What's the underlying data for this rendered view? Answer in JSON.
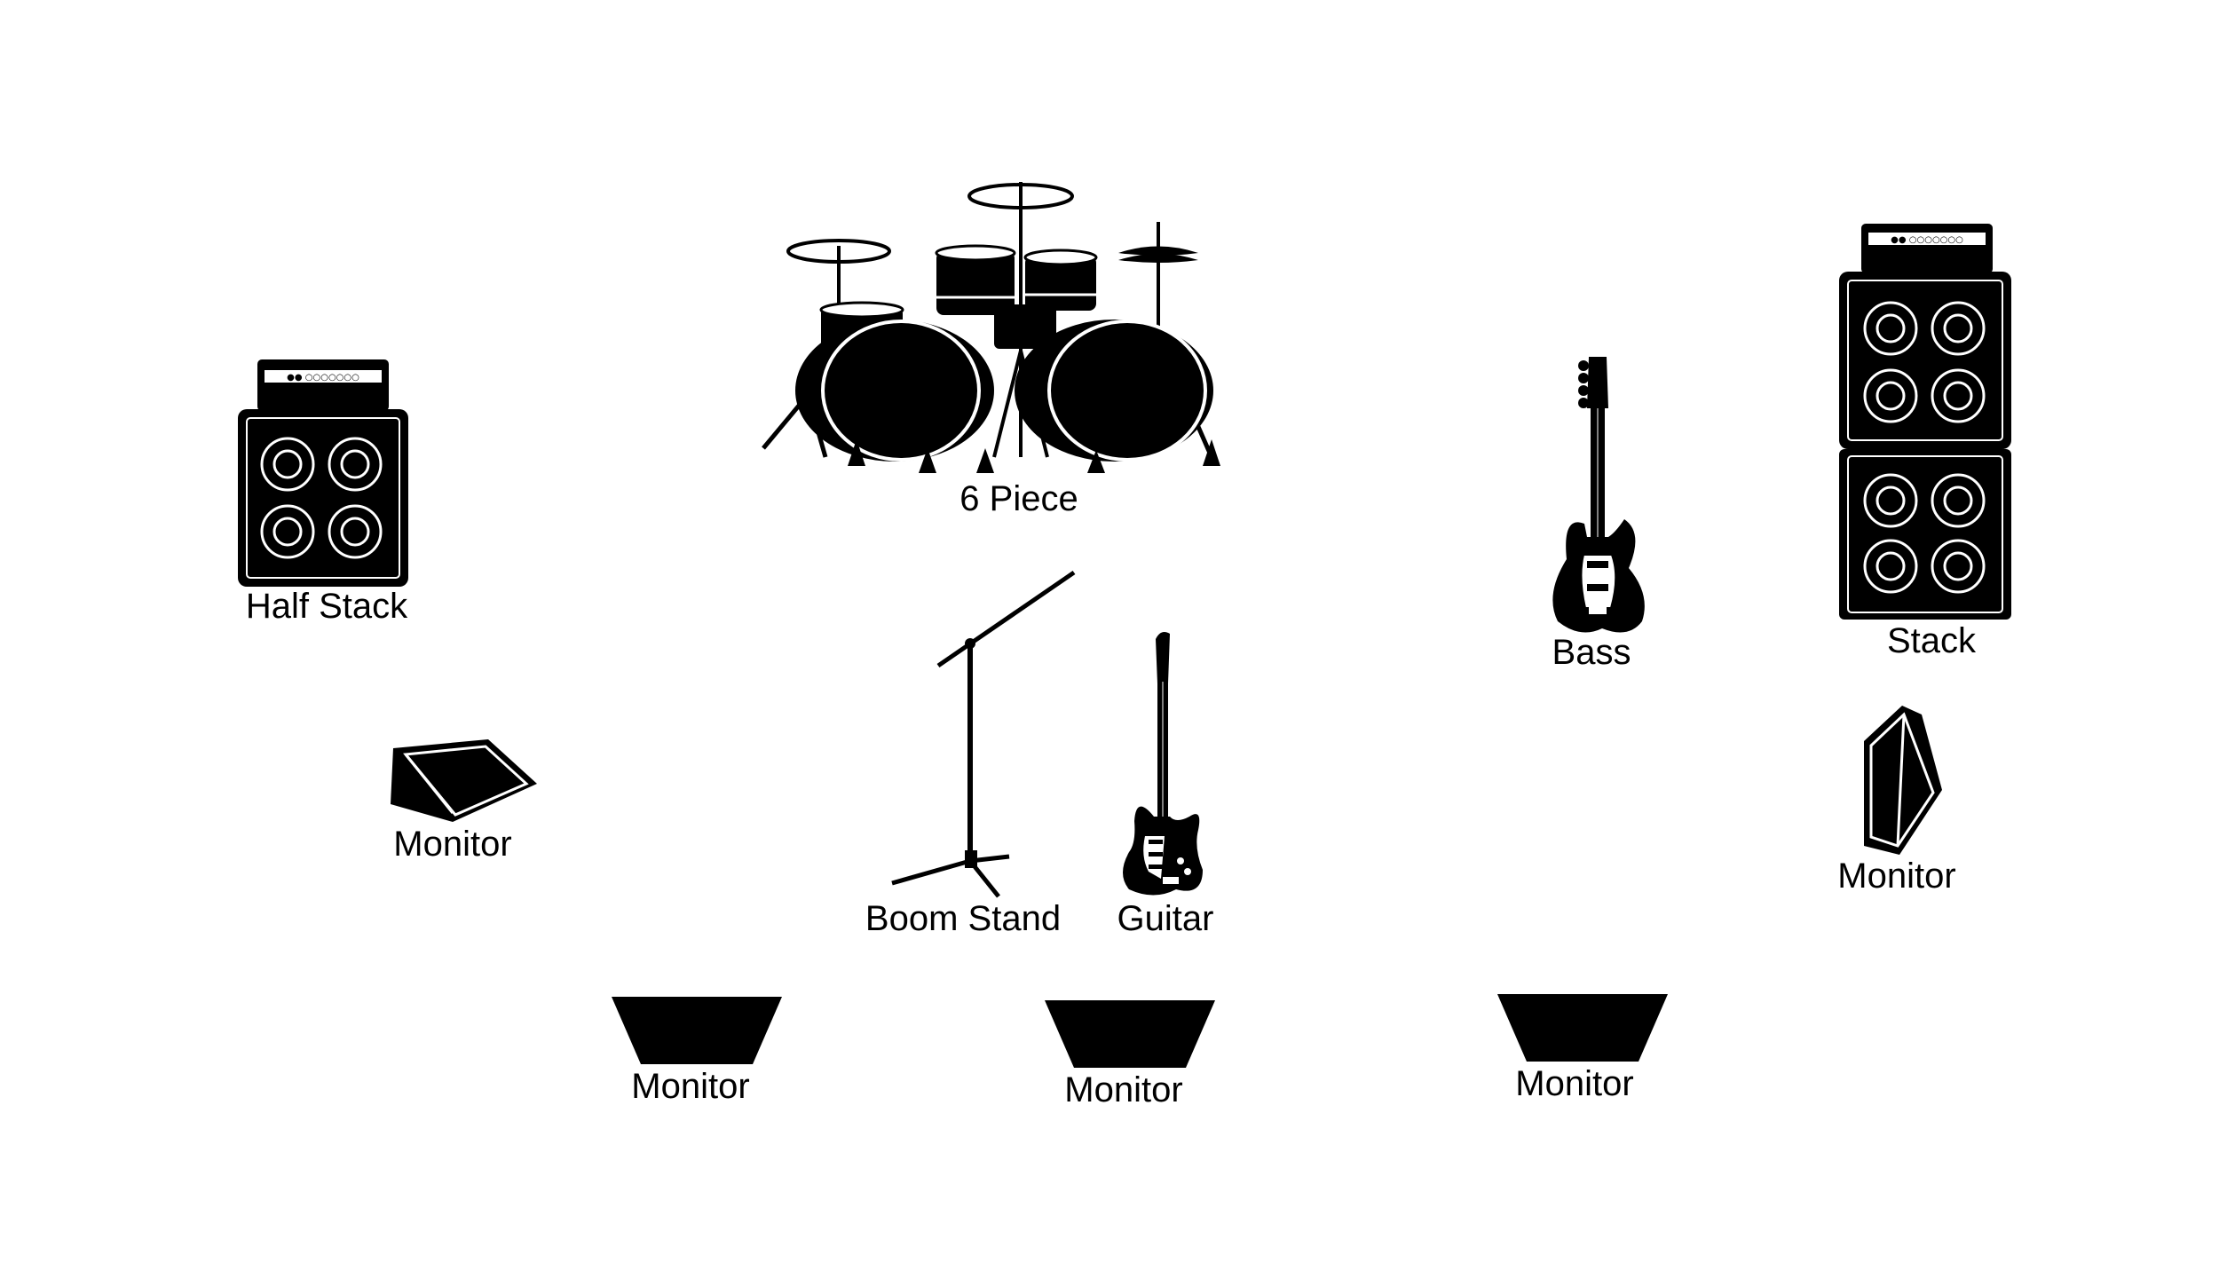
{
  "stage_plot": {
    "labels": {
      "drums": "6 Piece",
      "half_stack": "Half Stack",
      "stack": "Stack",
      "bass": "Bass",
      "monitor_left": "Monitor",
      "boom_stand": "Boom Stand",
      "guitar": "Guitar",
      "monitor_right": "Monitor",
      "monitor_front_1": "Monitor",
      "monitor_front_2": "Monitor",
      "monitor_front_3": "Monitor"
    },
    "icons": [
      "drum-kit-icon",
      "half-stack-amp-icon",
      "full-stack-amp-icon",
      "bass-guitar-icon",
      "floor-wedge-monitor-icon",
      "boom-mic-stand-icon",
      "electric-guitar-icon",
      "front-wedge-monitor-icon"
    ],
    "colors": {
      "ink": "#000000",
      "background": "#ffffff"
    }
  }
}
